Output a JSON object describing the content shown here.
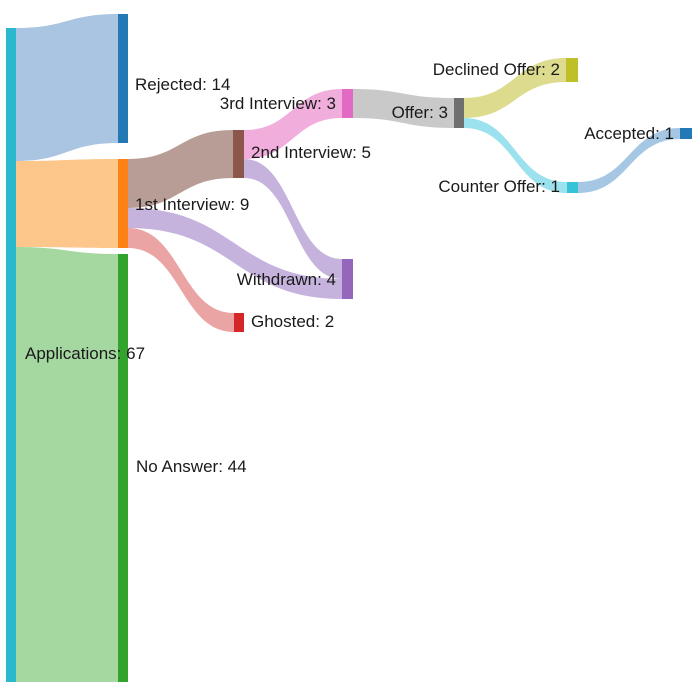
{
  "chart_data": {
    "type": "sankey",
    "title": "",
    "orientation": "horizontal",
    "background_color": "#ffffff",
    "label_color": "#1a1a1a",
    "nodes": [
      {
        "name": "Applications",
        "value": 67,
        "label": "Applications: 67",
        "color": "#29b8cd"
      },
      {
        "name": "Rejected",
        "value": 14,
        "label": "Rejected: 14",
        "color": "#2378b6"
      },
      {
        "name": "1st Interview",
        "value": 9,
        "label": "1st Interview: 9",
        "color": "#fe8116"
      },
      {
        "name": "No Answer",
        "value": 44,
        "label": "No Answer: 44",
        "color": "#32a32c"
      },
      {
        "name": "2nd Interview",
        "value": 5,
        "label": "2nd Interview: 5",
        "color": "#8c564b"
      },
      {
        "name": "Ghosted",
        "value": 2,
        "label": "Ghosted: 2",
        "color": "#d62728"
      },
      {
        "name": "3rd Interview",
        "value": 3,
        "label": "3rd Interview: 3",
        "color": "#e26ac4"
      },
      {
        "name": "Withdrawn",
        "value": 4,
        "label": "Withdrawn: 4",
        "color": "#9467bd"
      },
      {
        "name": "Offer",
        "value": 3,
        "label": "Offer: 3",
        "color": "#6f6f6f"
      },
      {
        "name": "Declined Offer",
        "value": 2,
        "label": "Declined Offer: 2",
        "color": "#bfc028"
      },
      {
        "name": "Counter Offer",
        "value": 1,
        "label": "Counter Offer: 1",
        "color": "#36c3d5"
      },
      {
        "name": "Accepted",
        "value": 1,
        "label": "Accepted: 1",
        "color": "#2378b6"
      }
    ],
    "links": [
      {
        "source": "Applications",
        "target": "Rejected",
        "value": 14,
        "color": "#a9c5e2"
      },
      {
        "source": "Applications",
        "target": "1st Interview",
        "value": 9,
        "color": "#fdc78c"
      },
      {
        "source": "Applications",
        "target": "No Answer",
        "value": 44,
        "color": "#a5d7a0"
      },
      {
        "source": "1st Interview",
        "target": "2nd Interview",
        "value": 5,
        "color": "#b89c96"
      },
      {
        "source": "1st Interview",
        "target": "Ghosted",
        "value": 2,
        "color": "#eba4a4"
      },
      {
        "source": "1st Interview",
        "target": "Withdrawn",
        "value": 2,
        "color": "#c5b3de"
      },
      {
        "source": "2nd Interview",
        "target": "Withdrawn",
        "value": 2,
        "color": "#c5b3de"
      },
      {
        "source": "2nd Interview",
        "target": "3rd Interview",
        "value": 3,
        "color": "#f1aedd"
      },
      {
        "source": "3rd Interview",
        "target": "Offer",
        "value": 3,
        "color": "#c9c9c9"
      },
      {
        "source": "Offer",
        "target": "Declined Offer",
        "value": 2,
        "color": "#dddc8e"
      },
      {
        "source": "Offer",
        "target": "Counter Offer",
        "value": 1,
        "color": "#9be1ee"
      },
      {
        "source": "Counter Offer",
        "target": "Accepted",
        "value": 1,
        "color": "#a5c7e3"
      }
    ]
  }
}
